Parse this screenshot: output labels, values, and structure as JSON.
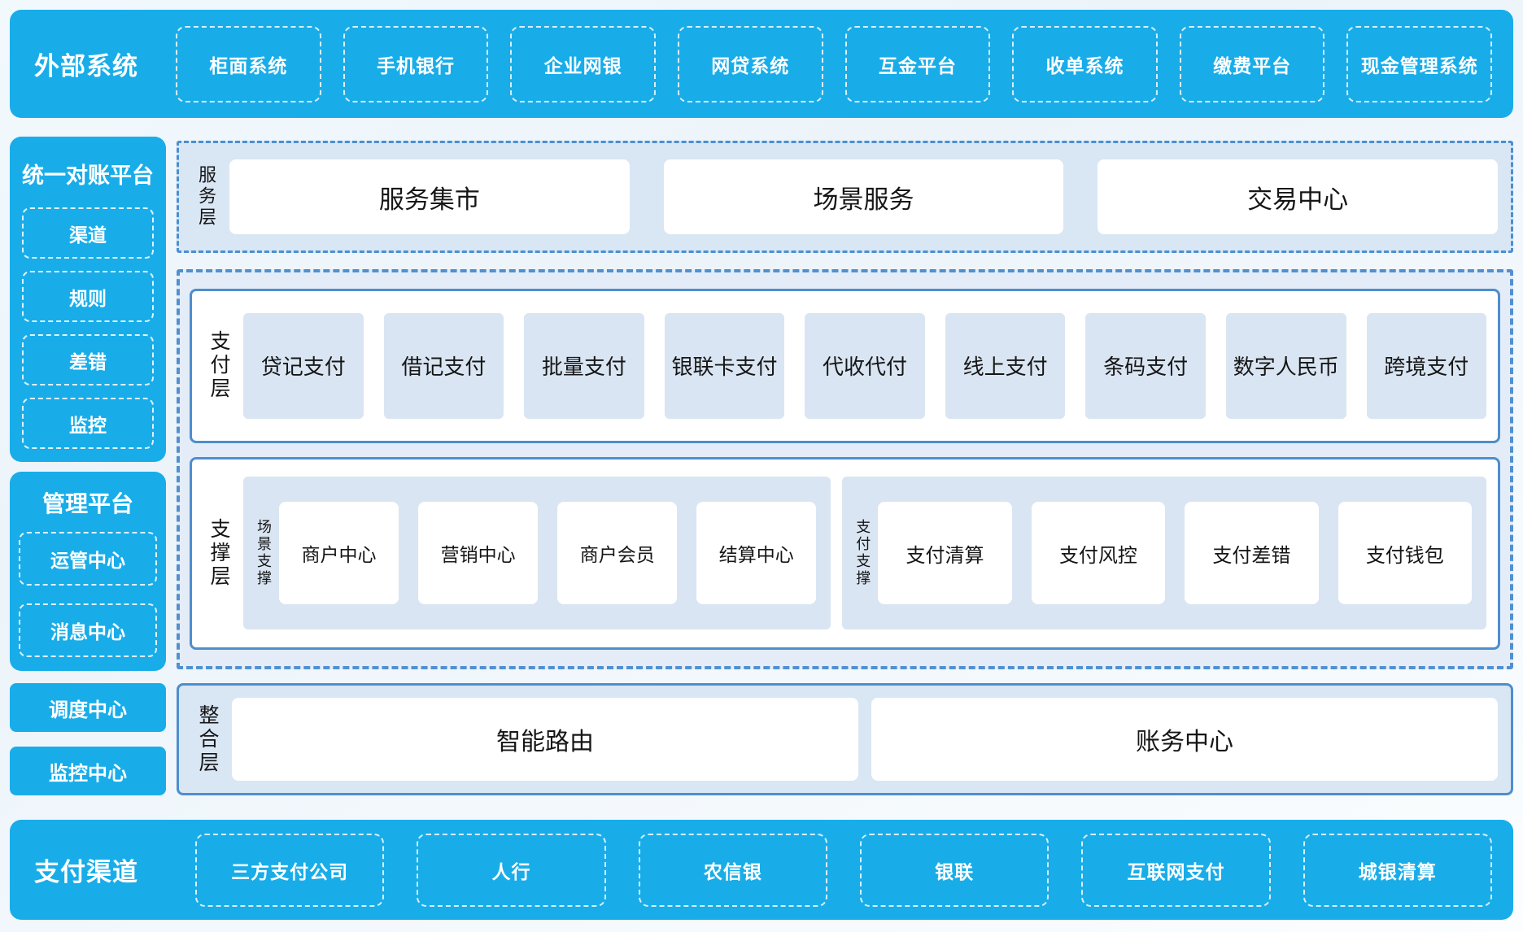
{
  "colors": {
    "brand_blue": "#18ade9",
    "light_panel_bg": "#d9e6f4",
    "light_item_bg": "#d9e5f2",
    "solid_border_blue": "#4e8ecd",
    "dashed_border_blue": "#5190d1",
    "text_dark": "#1a1a1a",
    "text_white": "#ffffff"
  },
  "external_systems": {
    "title": "外部系统",
    "items": [
      "柜面系统",
      "手机银行",
      "企业网银",
      "网贷系统",
      "互金平台",
      "收单系统",
      "缴费平台",
      "现金管理系统"
    ]
  },
  "left_sidebar": {
    "reconciliation_platform": {
      "title": "统一对账平台",
      "items": [
        "渠道",
        "规则",
        "差错",
        "监控"
      ]
    },
    "management_platform": {
      "title": "管理平台",
      "items": [
        "运管中心",
        "消息中心"
      ]
    },
    "standalone_items": [
      "调度中心",
      "监控中心"
    ]
  },
  "service_layer": {
    "label": "服务层",
    "items": [
      "服务集市",
      "场景服务",
      "交易中心"
    ]
  },
  "payment_layer": {
    "label": "支付层",
    "items": [
      "贷记支付",
      "借记支付",
      "批量支付",
      "银联卡支付",
      "代收代付",
      "线上支付",
      "条码支付",
      "数字人民币",
      "跨境支付"
    ]
  },
  "support_layer": {
    "label": "支撑层",
    "groups": [
      {
        "label": "场景支撑",
        "items": [
          "商户中心",
          "营销中心",
          "商户会员",
          "结算中心"
        ]
      },
      {
        "label": "支付支撑",
        "items": [
          "支付清算",
          "支付风控",
          "支付差错",
          "支付钱包"
        ]
      }
    ]
  },
  "integration_layer": {
    "label": "整合层",
    "items": [
      "智能路由",
      "账务中心"
    ]
  },
  "payment_channels": {
    "title": "支付渠道",
    "items": [
      "三方支付公司",
      "人行",
      "农信银",
      "银联",
      "互联网支付",
      "城银清算"
    ]
  }
}
